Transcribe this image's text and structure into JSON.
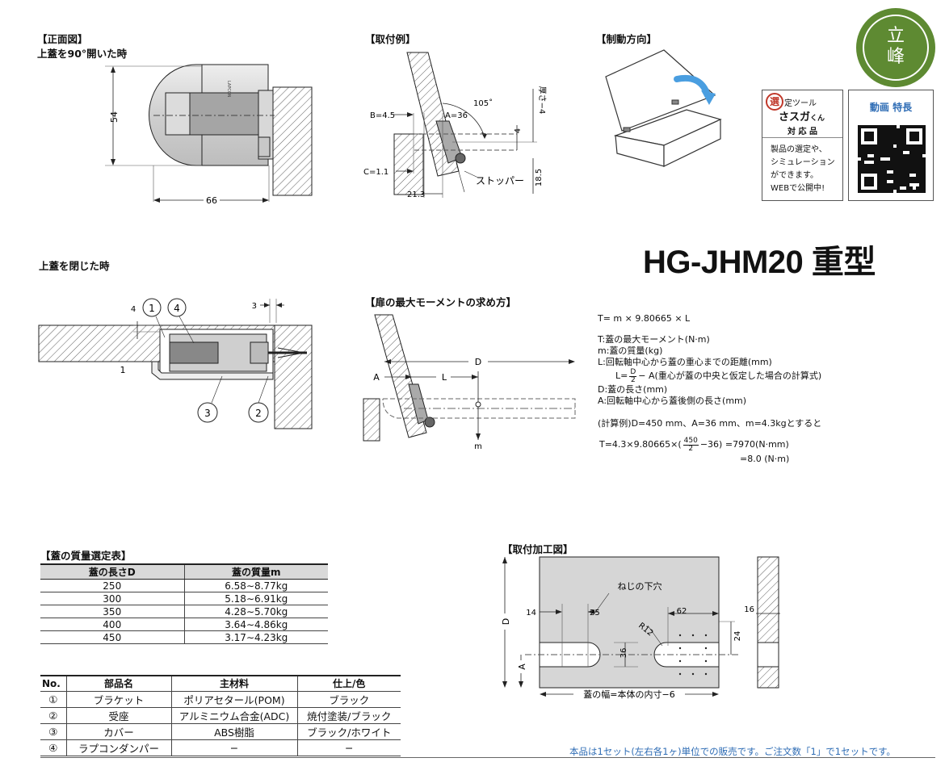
{
  "sections": {
    "front_view": "【正面図】",
    "front_view_sub": "上蓋を90°開いた時",
    "mounting_example": "【取付例】",
    "braking_direction": "【制動方向】",
    "closed_sub": "上蓋を閉じた時",
    "max_moment": "【扉の最大モーメントの求め方】",
    "mass_table": "【蓋の質量選定表】",
    "machining": "【取付加工図】"
  },
  "model": "HG-JHM20 重型",
  "logo_text": [
    "立",
    "峰"
  ],
  "card_select": {
    "badge": "選",
    "line1": "定ツール",
    "name": "さスガ",
    "kun": "くん",
    "support": "対 応 品",
    "desc": [
      "製品の選定や、",
      "シミュレーション",
      "ができます。",
      "WEBで公開中!"
    ]
  },
  "card_video": {
    "title": "動画 特長"
  },
  "dims_front": {
    "h": "54",
    "w": "66"
  },
  "dims_mount": {
    "b": "B=4.5",
    "a": "A=36",
    "angle": "105˚",
    "thick": "厚さ−4",
    "four": "4",
    "c": "C=1.1",
    "w": "21.3",
    "h": "18.5",
    "stopper": "ストッパー"
  },
  "dims_closed": {
    "four": "4",
    "three": "3",
    "one": "1",
    "c1": "1",
    "c2": "2",
    "c3": "3",
    "c4": "4"
  },
  "dims_moment": {
    "a": "A",
    "l": "L",
    "d": "D",
    "m": "m"
  },
  "formula": {
    "main": "T= m × 9.80665 × L",
    "t": "T:蓋の最大モーメント(N·m)",
    "m": "m:蓋の質量(kg)",
    "l": "L:回転軸中心から蓋の重心までの距離(mm)",
    "l_eq_pre": "L=",
    "l_eq_num": "D",
    "l_eq_den": "2",
    "l_eq_post": "− A(重心が蓋の中央と仮定した場合の計算式)",
    "d": "D:蓋の長さ(mm)",
    "a": "A:回転軸中心から蓋後側の長さ(mm)",
    "example": "(計算例)D=450 mm、A=36 mm、m=4.3kgとすると",
    "calc_pre": "T=4.3×9.80665×(",
    "calc_num": "450",
    "calc_den": "2",
    "calc_post": "−36) =7970(N·mm)",
    "calc_result": "=8.0 (N·m)"
  },
  "mass_table": {
    "headers": [
      "蓋の長さD",
      "蓋の質量m"
    ],
    "rows": [
      [
        "250",
        "6.58∼8.77kg"
      ],
      [
        "300",
        "5.18∼6.91kg"
      ],
      [
        "350",
        "4.28∼5.70kg"
      ],
      [
        "400",
        "3.64∼4.86kg"
      ],
      [
        "450",
        "3.17∼4.23kg"
      ]
    ]
  },
  "parts_table": {
    "headers": [
      "No.",
      "部品名",
      "主材料",
      "仕上/色"
    ],
    "rows": [
      [
        "①",
        "ブラケット",
        "ポリアセタール(POM)",
        "ブラック"
      ],
      [
        "②",
        "受座",
        "アルミニウム合金(ADC)",
        "焼付塗装/ブラック"
      ],
      [
        "③",
        "カバー",
        "ABS樹脂",
        "ブラック/ホワイト"
      ],
      [
        "④",
        "ラプコンダンパー",
        "−",
        "−"
      ]
    ]
  },
  "machining": {
    "screw_hole": "ねじの下穴",
    "d14": "14",
    "d25": "25",
    "d62": "62",
    "r12": "R12",
    "d36": "36",
    "d24": "24",
    "d16": "16",
    "dD": "D",
    "dA": "A",
    "width": "蓋の幅=本体の内寸−6"
  },
  "footnote": "本品は1セット(左右各1ヶ)単位での販売です。ご注文数「1」で1セットです。",
  "colors": {
    "accent": "#5e8a32",
    "blue": "#2f6db5",
    "gray": "#d9d9d9"
  }
}
